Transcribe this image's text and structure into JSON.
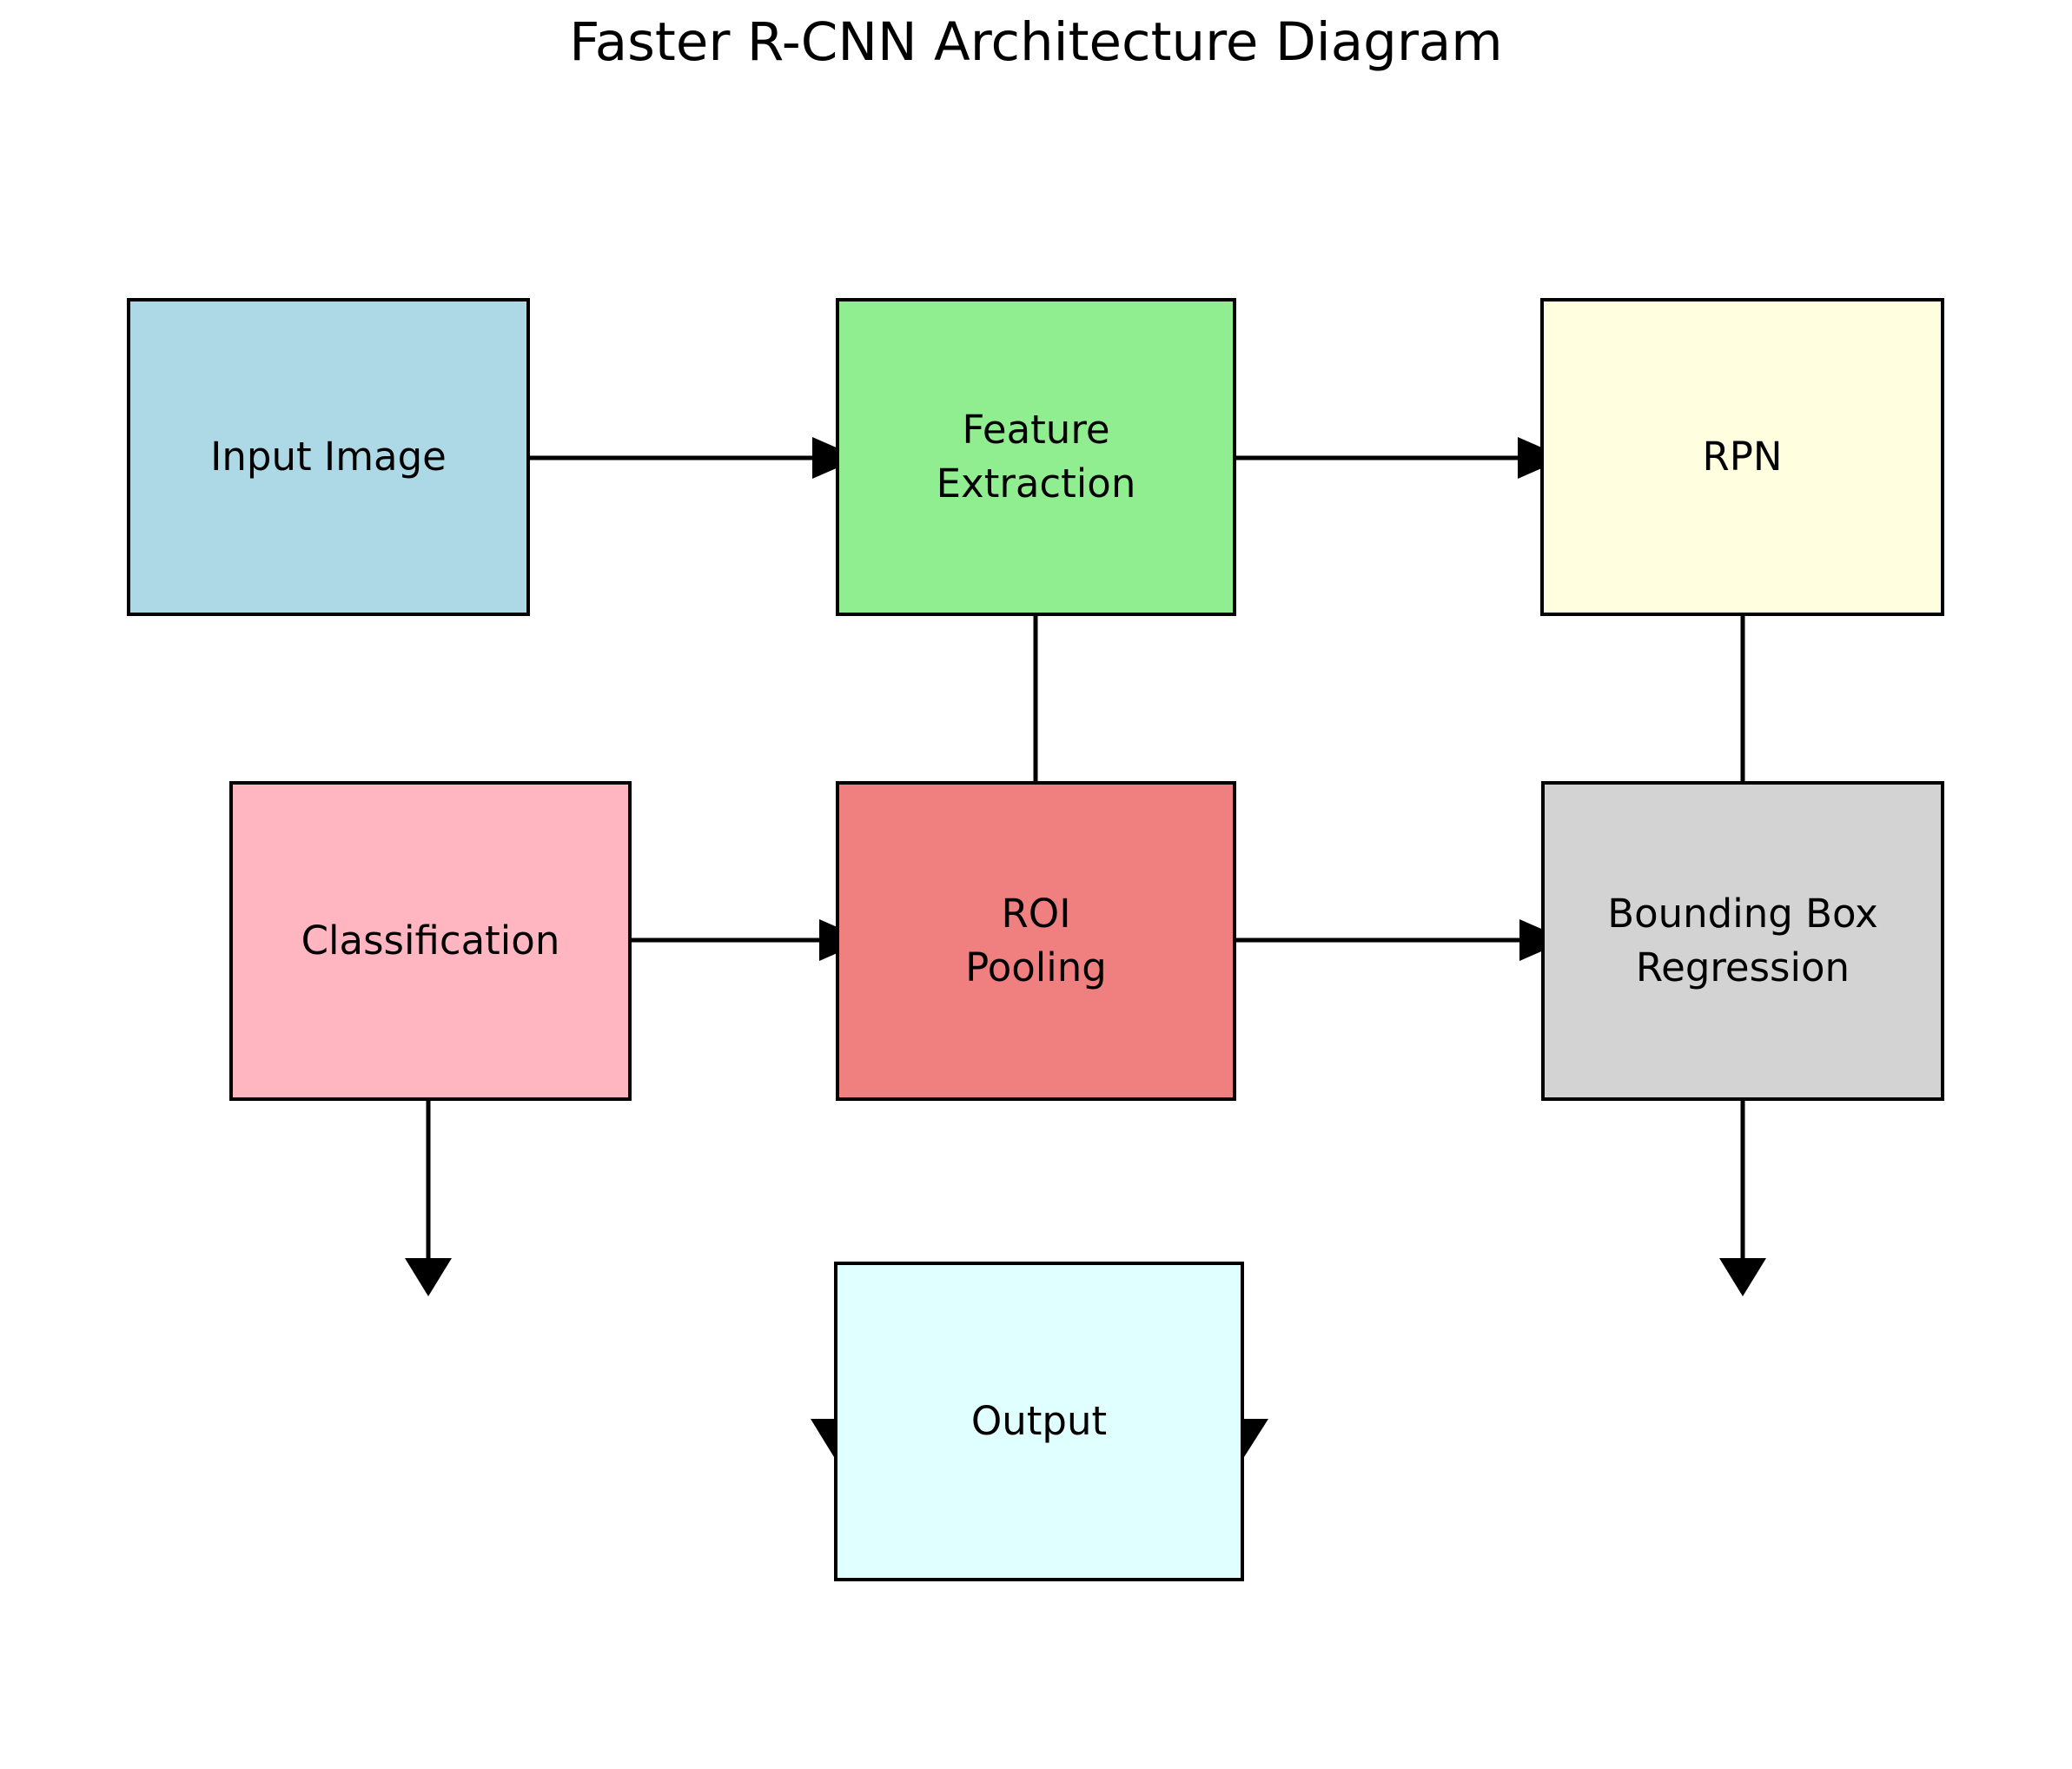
{
  "diagram": {
    "title": "Faster R-CNN Architecture Diagram",
    "nodes": {
      "input_image": {
        "label": "Input Image",
        "fill": "#ADD8E6"
      },
      "feature_extraction": {
        "label": "Feature\nExtraction",
        "fill": "#90EE90"
      },
      "rpn": {
        "label": "RPN",
        "fill": "#FFFFE0"
      },
      "classification": {
        "label": "Classification",
        "fill": "#FFB6C1"
      },
      "roi_pooling": {
        "label": "ROI\nPooling",
        "fill": "#F08080"
      },
      "bounding_box_regression": {
        "label": "Bounding Box\nRegression",
        "fill": "#D3D3D3"
      },
      "output": {
        "label": "Output",
        "fill": "#E0FFFF"
      }
    },
    "edges": [
      {
        "from": "Input Image",
        "to": "Feature Extraction"
      },
      {
        "from": "Feature Extraction",
        "to": "RPN"
      },
      {
        "from": "Feature Extraction",
        "to": "ROI Pooling"
      },
      {
        "from": "Classification",
        "to": "ROI Pooling"
      },
      {
        "from": "ROI Pooling",
        "to": "Bounding Box Regression"
      },
      {
        "from": "RPN",
        "to": "Bounding Box Regression"
      },
      {
        "from": "Classification",
        "to": "down"
      },
      {
        "from": "Bounding Box Regression",
        "to": "down"
      },
      {
        "from": "down",
        "to": "Output (left edge)"
      },
      {
        "from": "down",
        "to": "Output (right edge)"
      }
    ],
    "colors": {
      "background": "#FFFFFF",
      "border": "#000000",
      "arrow": "#000000",
      "text": "#000000"
    }
  }
}
